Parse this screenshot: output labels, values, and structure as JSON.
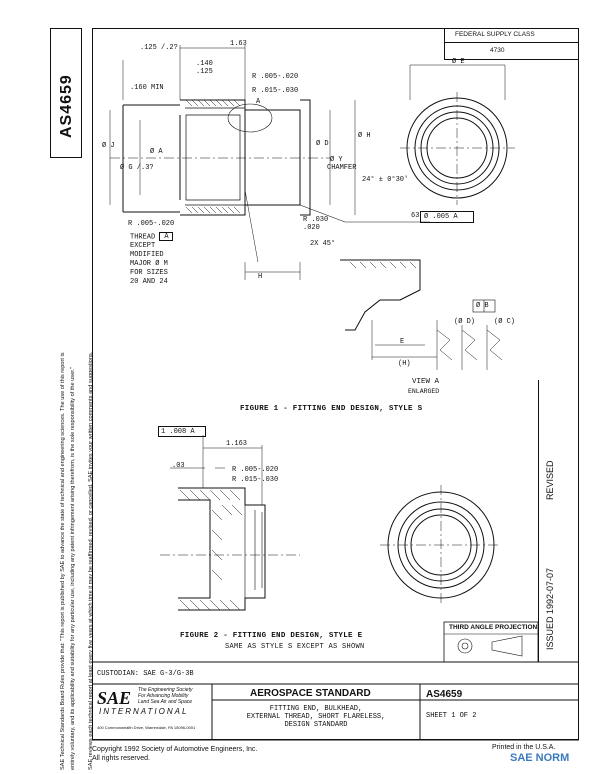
{
  "doc_number": "AS4659",
  "federal_supply": {
    "label": "FEDERAL SUPPLY CLASS",
    "value": "4730"
  },
  "left_notice": {
    "line1": "SAE Technical Standards Board Rules provide that: \"This report is published by SAE to advance the state of technical and engineering sciences. The use of this report is",
    "line2": "entirely voluntary, and its applicability and suitability for any particular use, including any patent infringement arising therefrom, is the sole responsibility of the user.\"",
    "line3": "SAE reviews each technical report at least every five years at which time it may be reaffirmed, revised, or cancelled. SAE invites your written comments and suggestions."
  },
  "right_strip": {
    "issued": "ISSUED   1992-07-07",
    "revised": "REVISED"
  },
  "figure1": {
    "caption": "FIGURE 1 - FITTING END DESIGN, STYLE S",
    "dims": [
      ".125 /.2?",
      "1.63",
      ".140",
      ".125",
      ".160 MIN",
      "R .005-.020",
      "R .015-.030",
      "A",
      "Ø E",
      "Ø J",
      "Ø A",
      "Ø G /.3?",
      "Ø D",
      "Ø H",
      "Ø Y",
      "CHAMFER",
      "24° ± 0°30'",
      "63",
      "Ø .005 A",
      "R .005-.020",
      "R .030",
      ".020",
      "2X 45°",
      "H",
      "E",
      "(H)",
      "(Ø D)",
      "(Ø C)",
      "Ø B"
    ],
    "thread_note": [
      "THREAD",
      "EXCEPT",
      "MODIFIED",
      "MAJOR Ø M",
      "FOR SIZES",
      "20 AND 24"
    ],
    "thread_box": "A",
    "view_label": "VIEW A",
    "view_sub": "ENLARGED"
  },
  "figure2": {
    "caption": "FIGURE 2 - FITTING END DESIGN, STYLE E",
    "subcaption": "SAME AS STYLE S EXCEPT AS SHOWN",
    "dims": [
      ".008",
      "A",
      "1.163",
      ".03",
      "R .005-.020",
      "R .015-.030"
    ]
  },
  "third_angle": "THIRD ANGLE PROJECTION",
  "title_block": {
    "custodian": "CUSTODIAN:   SAE G-3/G-3B",
    "sae_logo": "SAE",
    "sae_tagline1": "The Engineering Society",
    "sae_tagline2": "For Advancing Mobility",
    "sae_tagline3": "Land Sea Air and Space",
    "sae_intl": "INTERNATIONAL",
    "sae_address": "400 Commonwealth Drive, Warrendale, PA 15096-0001",
    "category": "AEROSPACE STANDARD",
    "title1": "FITTING END, BULKHEAD,",
    "title2": "EXTERNAL THREAD, SHORT FLARELESS,",
    "title3": "DESIGN STANDARD",
    "doc_number": "AS4659",
    "sheet": "SHEET 1 OF 2"
  },
  "footer": {
    "copyright": "Copyright 1992  Society of Automotive Engineers, Inc.",
    "rights": "All rights reserved.",
    "printed": "Printed in the U.S.A.",
    "watermark": "SAE NORM"
  },
  "colors": {
    "ink": "#111111",
    "watermark": "#3a7bbf"
  }
}
